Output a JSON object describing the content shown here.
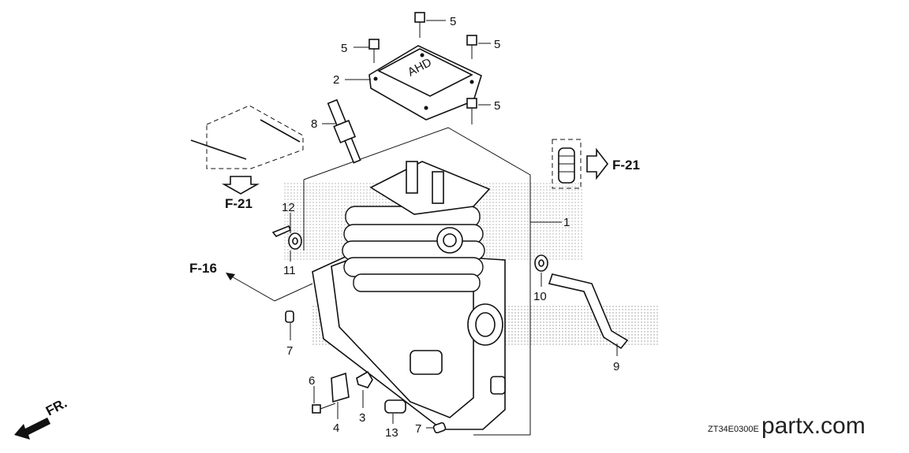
{
  "diagram": {
    "callouts": {
      "c1": "1",
      "c2": "2",
      "c3": "3",
      "c4": "4",
      "c5a": "5",
      "c5b": "5",
      "c5c": "5",
      "c5d": "5",
      "c6": "6",
      "c7a": "7",
      "c7b": "7",
      "c8": "8",
      "c9": "9",
      "c10": "10",
      "c11": "11",
      "c12": "12",
      "c13": "13"
    },
    "references": {
      "f21_left": "F-21",
      "f21_right": "F-21",
      "f16": "F-16"
    },
    "direction_label": "FR.",
    "diagram_code": "ZT34E0300E",
    "watermark": "partx.com"
  },
  "colors": {
    "line": "#111111",
    "halftone": "#c8c8c8",
    "background": "#ffffff"
  }
}
